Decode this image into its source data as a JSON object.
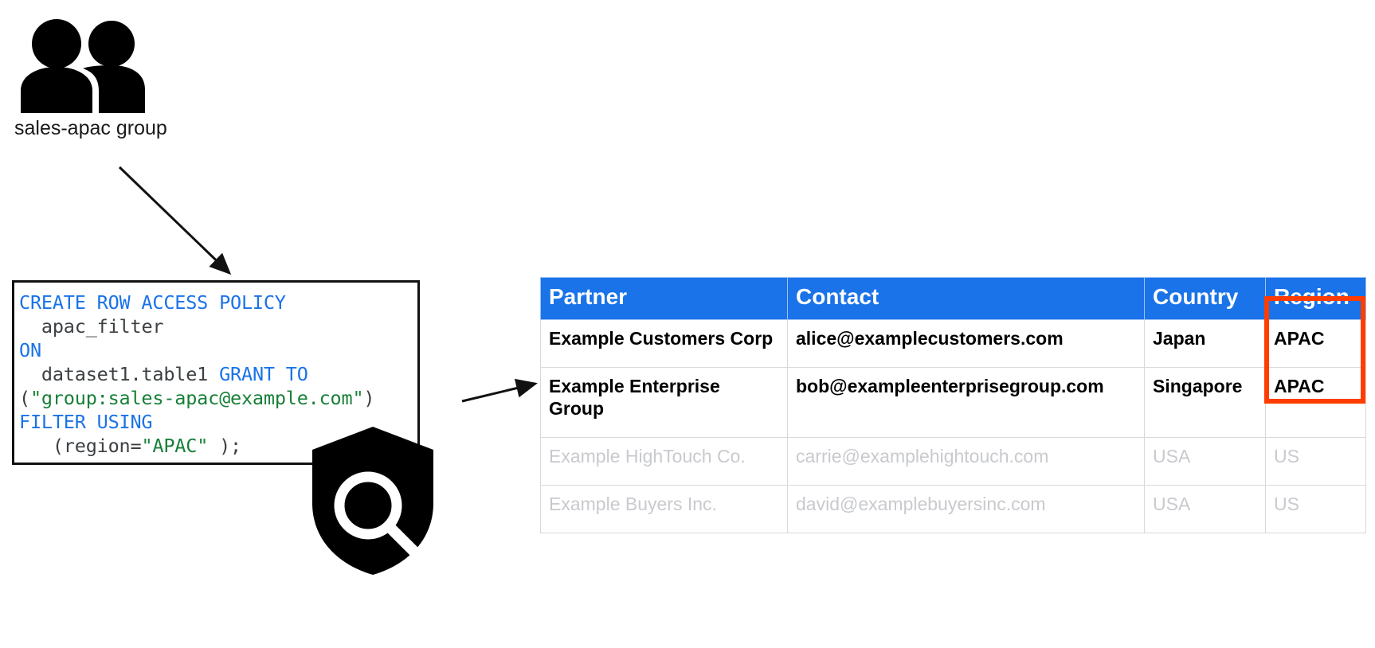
{
  "group": {
    "icon": "people-group-icon",
    "label": "sales-apac group"
  },
  "policy": {
    "icon": "shield-search-icon",
    "code_lines": [
      "CREATE ROW ACCESS POLICY",
      "  apac_filter",
      "ON",
      "  dataset1.table1 GRANT TO",
      "(\"group:sales-apac@example.com\")",
      "FILTER USING",
      "   (region=\"APAC\" );"
    ],
    "tokens": {
      "create": "CREATE ROW ACCESS POLICY",
      "policy_name": "apac_filter",
      "on": "ON",
      "target": "dataset1.table1",
      "grant_to": "GRANT TO",
      "open_paren": "(",
      "principal": "\"group:sales-apac@example.com\"",
      "close_paren": ")",
      "filter_using": "FILTER USING",
      "filter_open": "(region=",
      "filter_value": "\"APAC\"",
      "filter_close": " );"
    }
  },
  "table": {
    "columns": [
      "Partner",
      "Contact",
      "Country",
      "Region"
    ],
    "rows": [
      {
        "partner": "Example Customers Corp",
        "contact": "alice@examplecustomers.com",
        "country": "Japan",
        "region": "APAC",
        "state": "visible"
      },
      {
        "partner": "Example Enterprise Group",
        "contact": "bob@exampleenterprisegroup.com",
        "country": "Singapore",
        "region": "APAC",
        "state": "visible"
      },
      {
        "partner": "Example HighTouch Co.",
        "contact": "carrie@examplehightouch.com",
        "country": "USA",
        "region": "US",
        "state": "hidden"
      },
      {
        "partner": "Example Buyers Inc.",
        "contact": "david@examplebuyersinc.com",
        "country": "USA",
        "region": "US",
        "state": "hidden"
      }
    ]
  },
  "colors": {
    "header_blue": "#1a73e8",
    "highlight_red": "#ff3d00",
    "keyword_blue": "#1a73e8",
    "string_green": "#188038",
    "muted_gray": "#c8cace",
    "border_gray": "#d9d9d9"
  },
  "annotations": {
    "arrow_group_to_policy": "arrow-group-to-policy",
    "arrow_policy_to_table": "arrow-policy-to-table",
    "region_highlight": "region-highlight-box"
  }
}
